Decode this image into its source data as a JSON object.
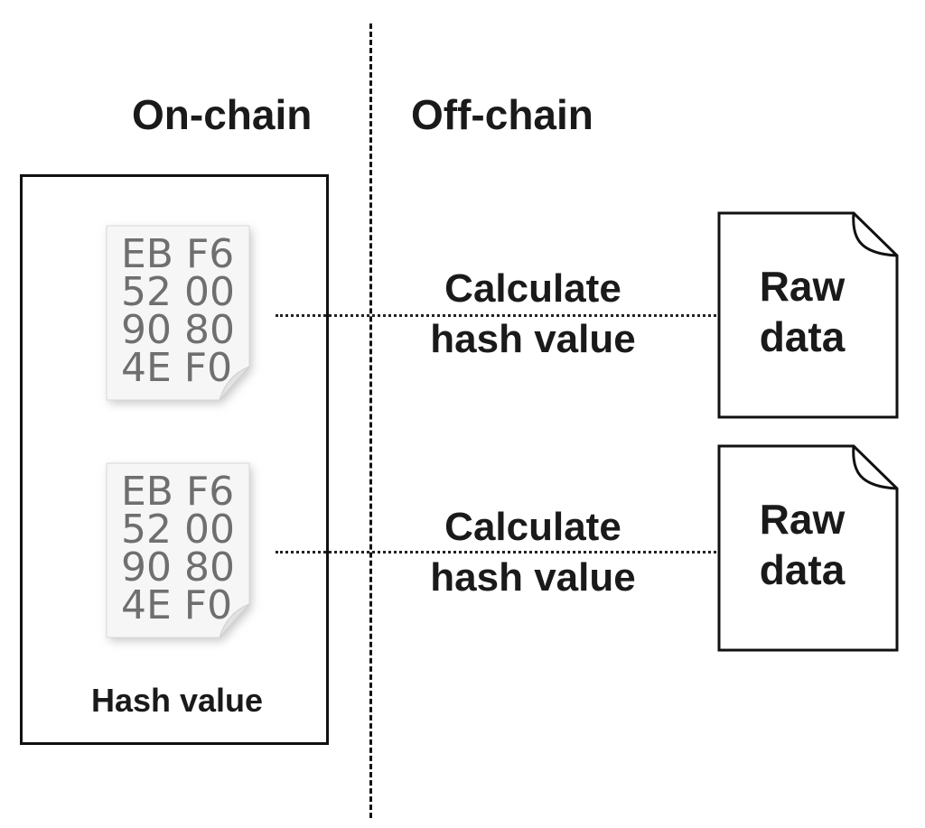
{
  "headings": {
    "on_chain": "On-chain",
    "off_chain": "Off-chain"
  },
  "hash_box": {
    "caption": "Hash value",
    "icons": [
      {
        "icon": "hash-document-icon",
        "lines": [
          "EB F6",
          "52 00",
          "90 80",
          "4E F0"
        ]
      },
      {
        "icon": "hash-document-icon",
        "lines": [
          "EB F6",
          "52 00",
          "90 80",
          "4E F0"
        ]
      }
    ]
  },
  "connections": [
    {
      "label_line1": "Calculate",
      "label_line2": "hash value"
    },
    {
      "label_line1": "Calculate",
      "label_line2": "hash value"
    }
  ],
  "raw_docs": [
    {
      "icon": "raw-data-document-icon",
      "line1": "Raw",
      "line2": "data"
    },
    {
      "icon": "raw-data-document-icon",
      "line1": "Raw",
      "line2": "data"
    }
  ],
  "colors": {
    "ink": "#111111",
    "icon_text": "#6f6f6f",
    "paper": "#f5f5f5"
  }
}
